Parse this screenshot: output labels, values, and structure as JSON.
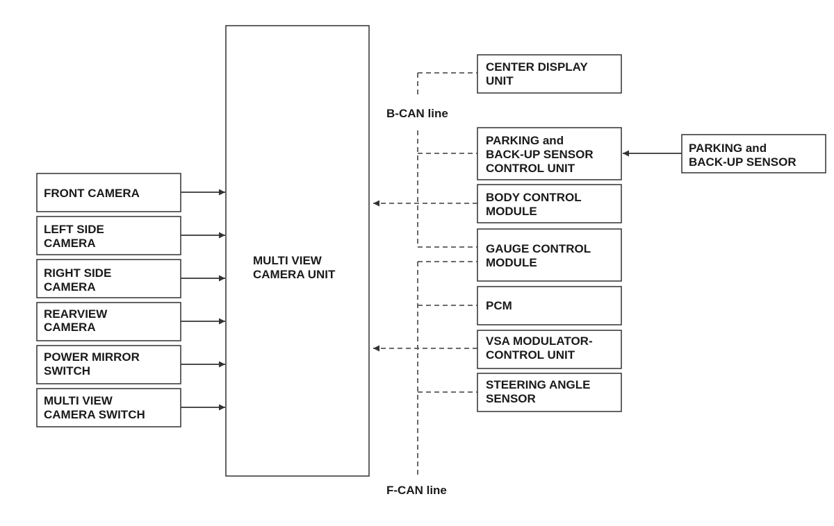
{
  "central_unit": [
    "MULTI VIEW",
    "CAMERA UNIT"
  ],
  "inputs": [
    {
      "lines": [
        "FRONT CAMERA"
      ]
    },
    {
      "lines": [
        "LEFT SIDE",
        "CAMERA"
      ]
    },
    {
      "lines": [
        "RIGHT SIDE",
        "CAMERA"
      ]
    },
    {
      "lines": [
        "REARVIEW",
        "CAMERA"
      ]
    },
    {
      "lines": [
        "POWER MIRROR",
        "SWITCH"
      ]
    },
    {
      "lines": [
        "MULTI VIEW",
        "CAMERA SWITCH"
      ]
    }
  ],
  "bus_labels": {
    "b_can": "B-CAN line",
    "f_can": "F-CAN line"
  },
  "modules": [
    {
      "lines": [
        "CENTER DISPLAY",
        "UNIT"
      ]
    },
    {
      "lines": [
        "PARKING and",
        "BACK-UP SENSOR",
        "CONTROL UNIT"
      ]
    },
    {
      "lines": [
        "BODY CONTROL",
        "MODULE"
      ]
    },
    {
      "lines": [
        "GAUGE CONTROL",
        "MODULE"
      ]
    },
    {
      "lines": [
        "PCM"
      ]
    },
    {
      "lines": [
        "VSA MODULATOR-",
        "CONTROL UNIT"
      ]
    },
    {
      "lines": [
        "STEERING ANGLE",
        "SENSOR"
      ]
    }
  ],
  "sensor": [
    "PARKING and",
    "BACK-UP SENSOR"
  ]
}
